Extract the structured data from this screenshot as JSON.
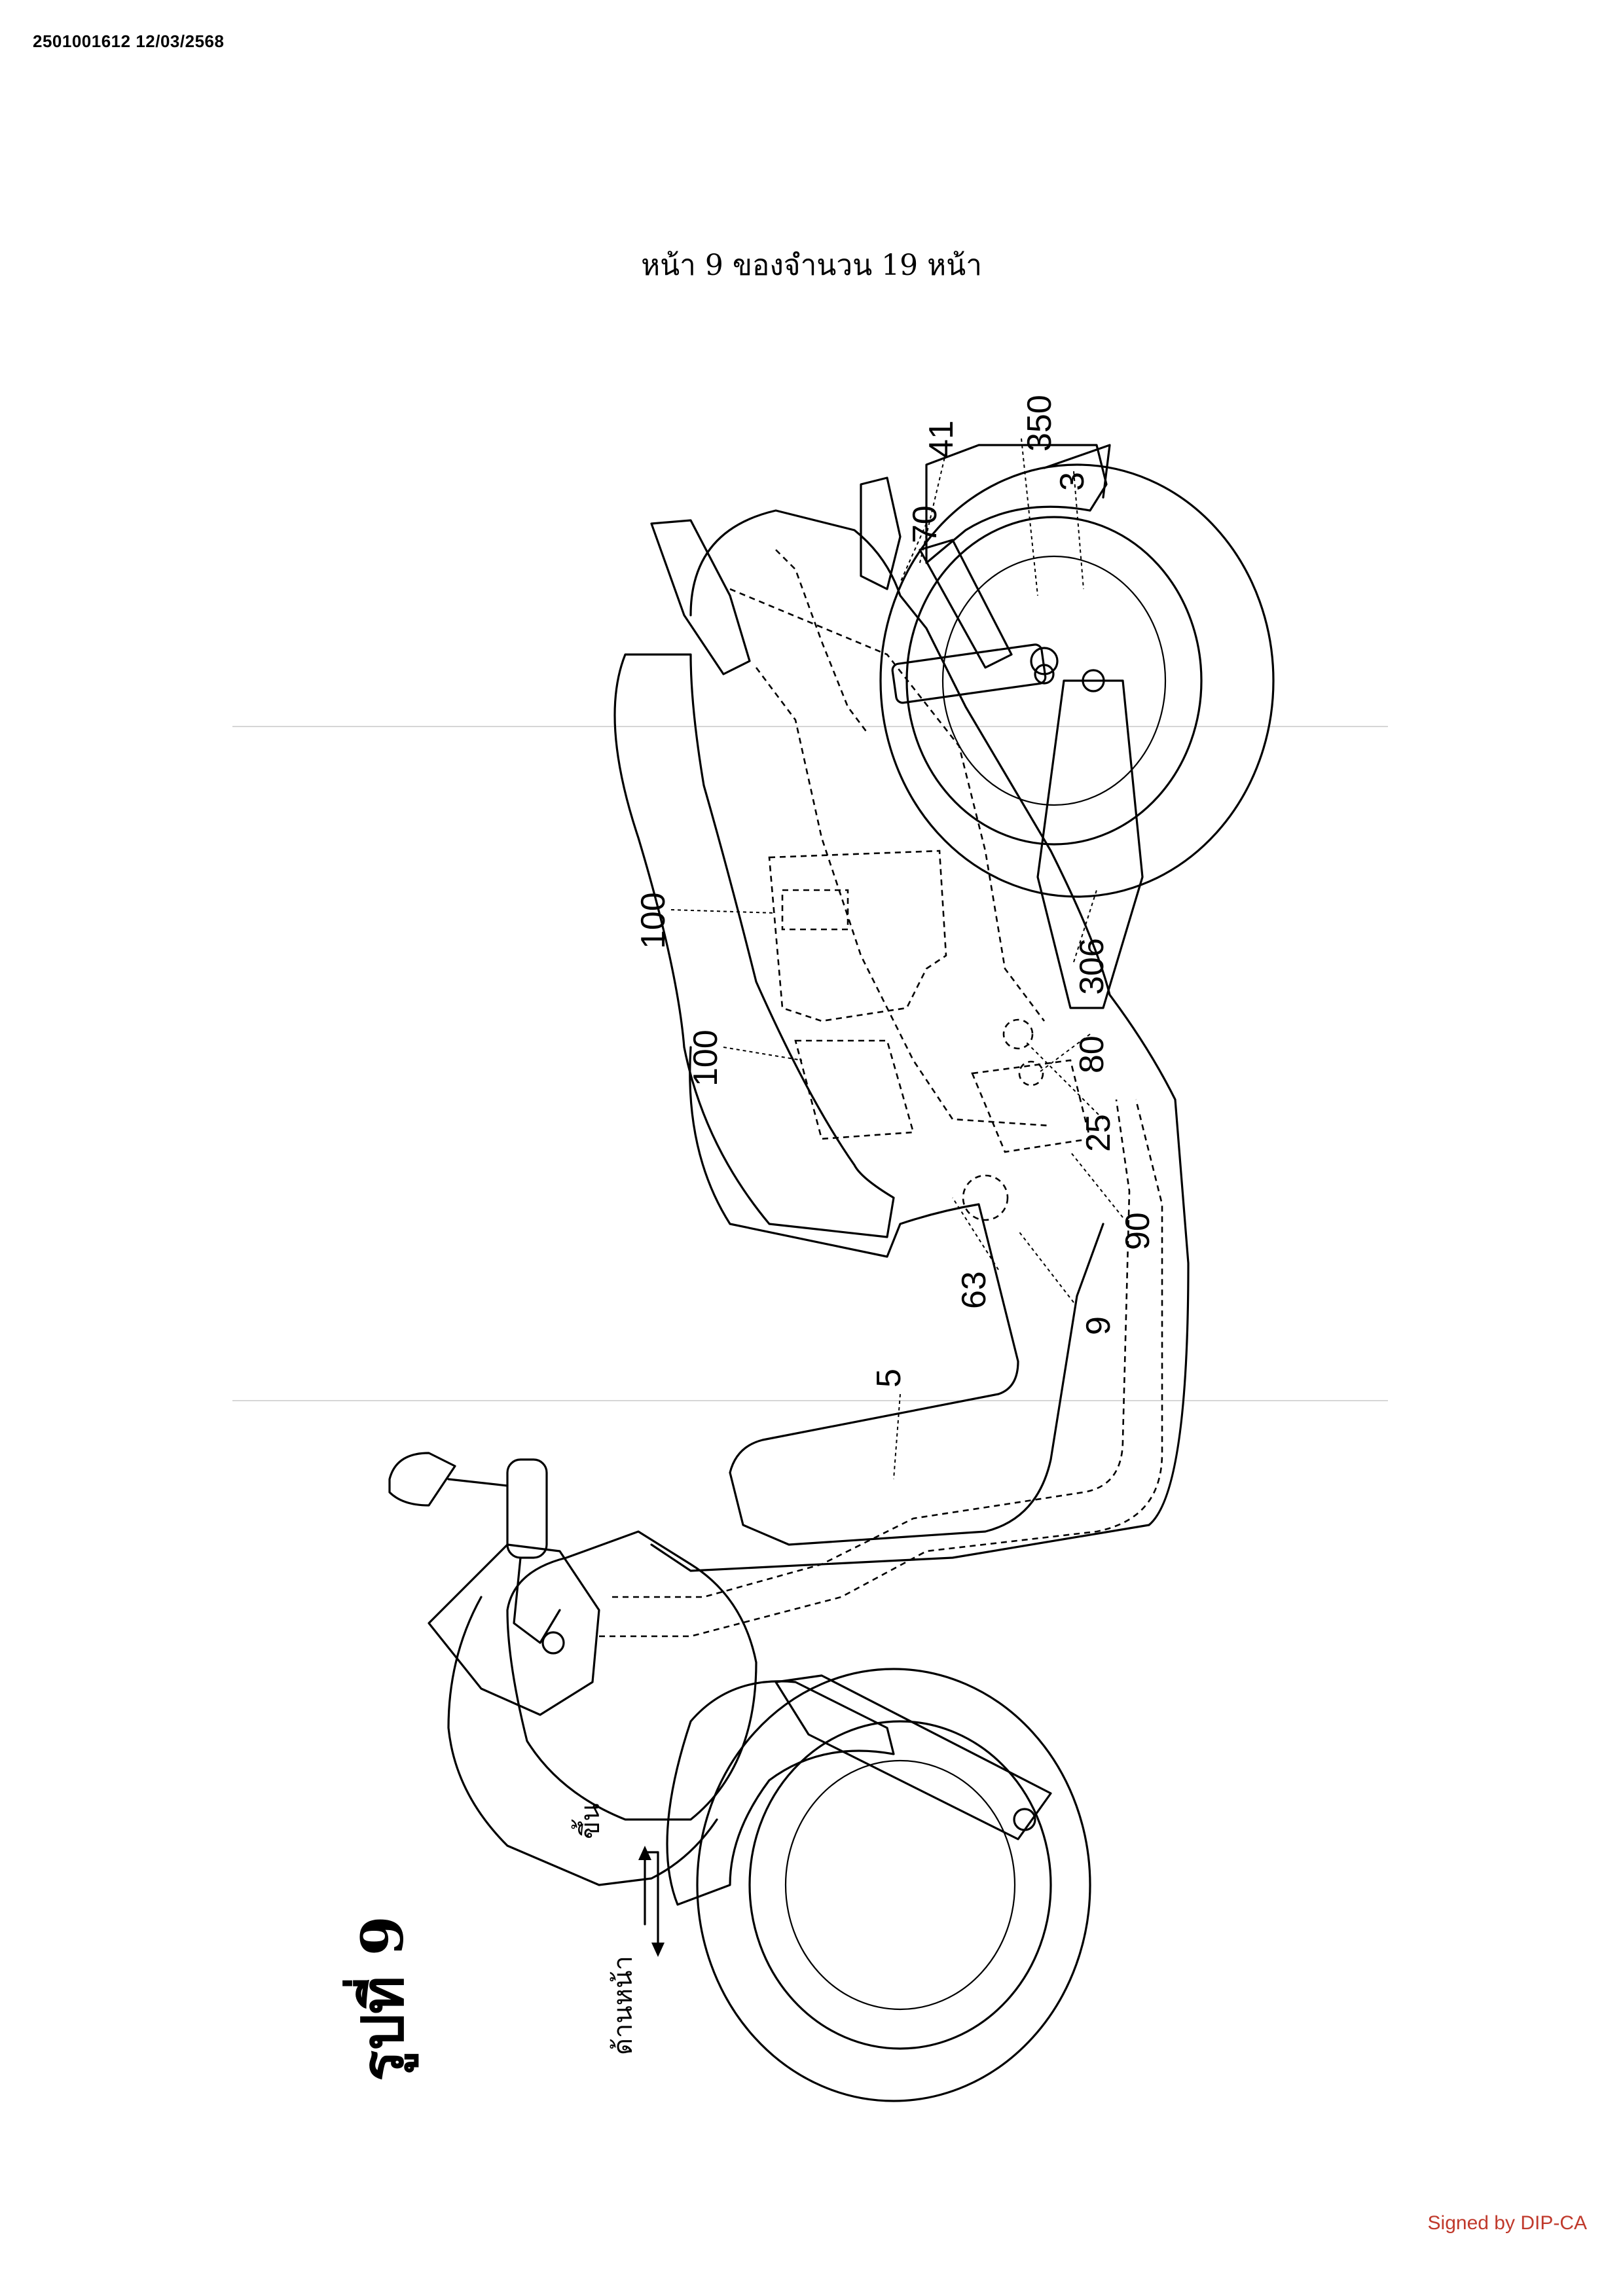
{
  "header": {
    "doc_id": "2501001612 12/03/2568",
    "page_number_text": "หน้า 9 ของจำนวน 19 หน้า"
  },
  "footer": {
    "signature_text": "Signed by DIP-CA"
  },
  "figure": {
    "title": "รูปที่ 9",
    "direction_up": "ขึ้น",
    "direction_front": "ด้านหน้า",
    "reference_labels": {
      "l41": "41",
      "l350": "350",
      "l3": "3",
      "l70": "70",
      "l100a": "100",
      "l100b": "100",
      "l306": "306",
      "l80": "80",
      "l25": "25",
      "l90": "90",
      "l9": "9",
      "l63": "63",
      "l5": "5"
    }
  }
}
